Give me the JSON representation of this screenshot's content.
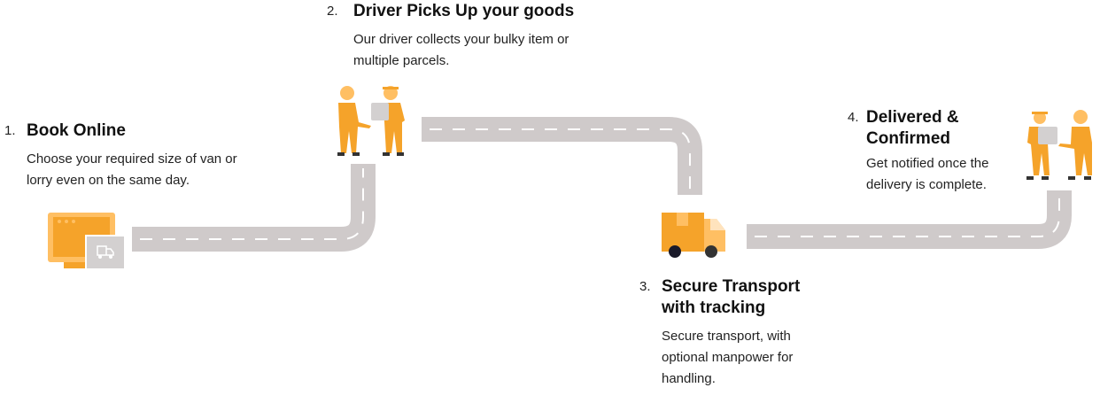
{
  "steps": [
    {
      "number": "1.",
      "title": "Book Online",
      "description": "Choose your required size of  van or lorry even on the same day."
    },
    {
      "number": "2.",
      "title": "Driver Picks Up your goods",
      "description": "Our driver collects your bulky item or multiple parcels."
    },
    {
      "number": "3.",
      "title": "Secure Transport with tracking",
      "description": "Secure transport, with optional manpower for handling."
    },
    {
      "number": "4.",
      "title": "Delivered & Confirmed",
      "description": "Get notified once the delivery is complete."
    }
  ],
  "colors": {
    "accent": "#f5a32a",
    "accent_light": "#ffbf63",
    "road": "#cfcaca",
    "box": "#d3d0d0",
    "dark": "#2b2b2b"
  },
  "icons": [
    "computer-truck-icon",
    "handover-icon",
    "delivery-truck-icon",
    "handover-icon"
  ]
}
